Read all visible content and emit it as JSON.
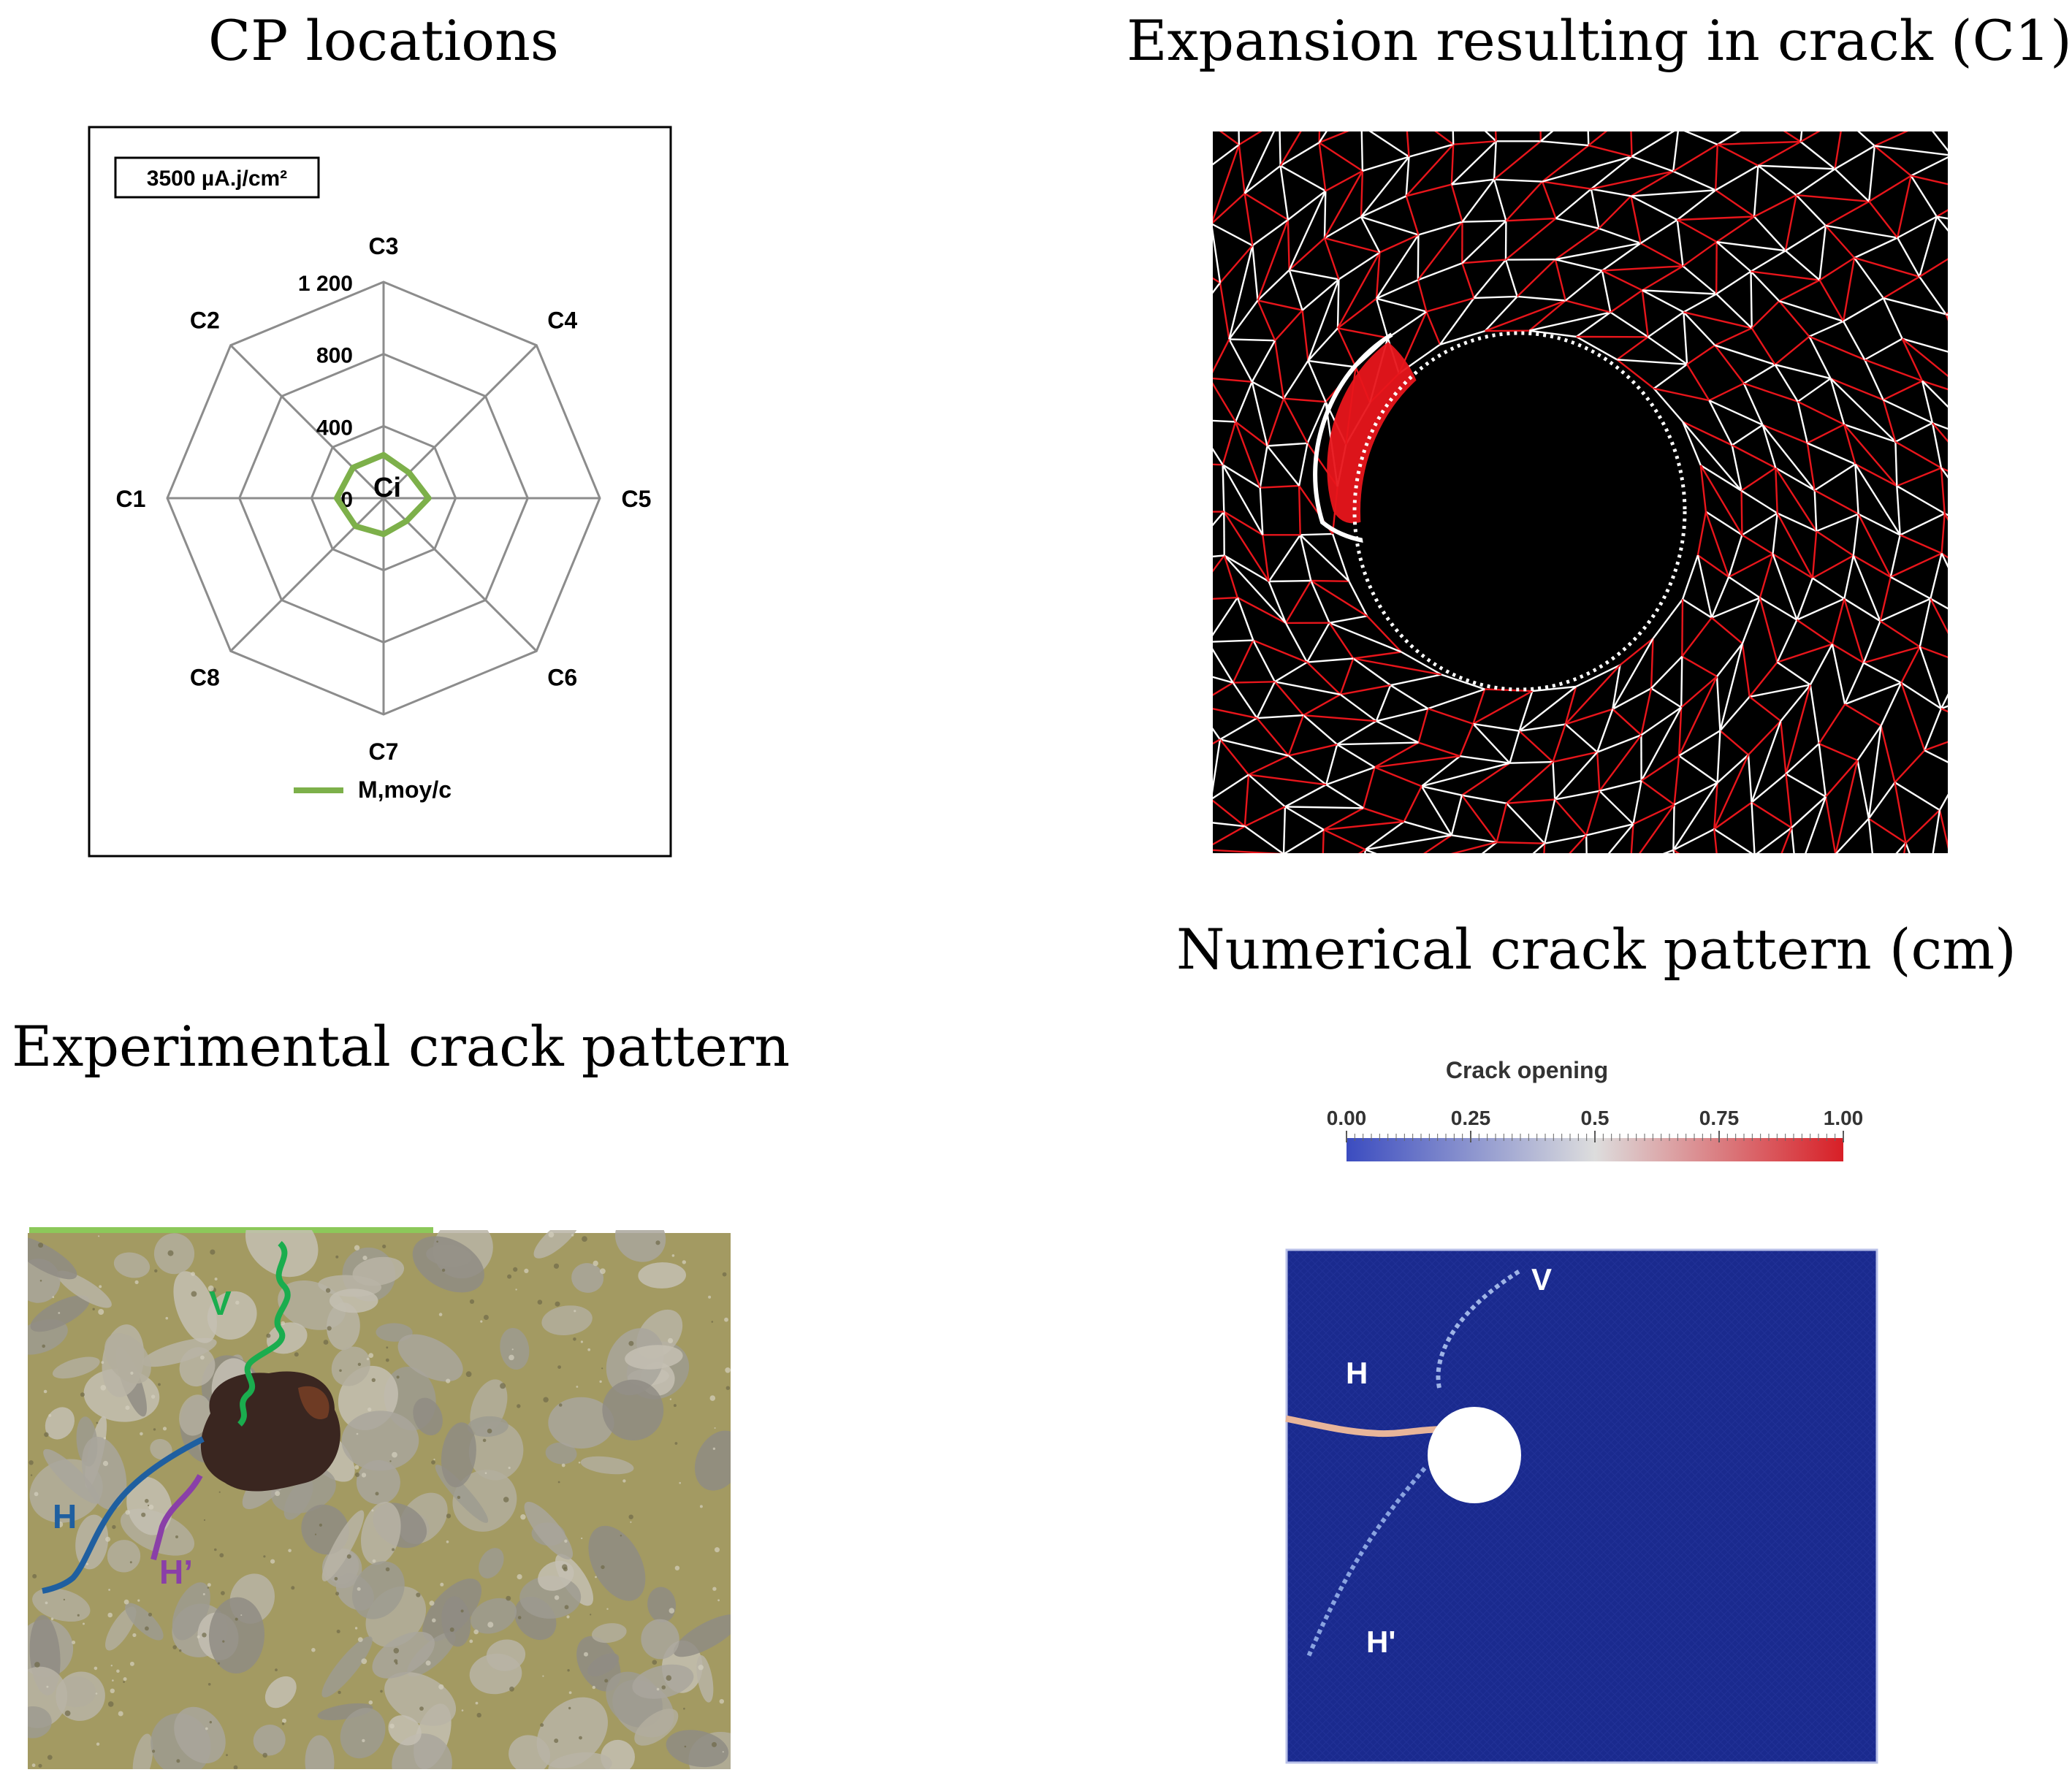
{
  "titles": {
    "cp_locations": "CP locations",
    "expansion": "Expansion resulting in crack (C1)",
    "numerical": "Numerical crack pattern (cm)",
    "experimental": "Experimental crack pattern"
  },
  "radar": {
    "box_label": "3500 µA.j/cm²",
    "center_label": "Ci",
    "axes": [
      "C1",
      "C2",
      "C3",
      "C4",
      "C5",
      "C6",
      "C7",
      "C8"
    ],
    "ticks": [
      "0",
      "400",
      "800",
      "1 200"
    ],
    "rmax": 1200,
    "series_name": "M,moy/c",
    "series_color": "#7db04a",
    "values": [
      260,
      240,
      240,
      200,
      250,
      180,
      200,
      220
    ]
  },
  "colorbar": {
    "title": "Crack opening",
    "ticks": [
      "0.00",
      "0.25",
      "0.5",
      "0.75",
      "1.00"
    ],
    "low_color": "#3b4cc0",
    "mid_color": "#dddddd",
    "high_color": "#d81f26"
  },
  "numerical_labels": {
    "v": "V",
    "h": "H",
    "hp": "H'"
  },
  "experimental_labels": {
    "v": "V",
    "h": "H",
    "hp": "H’"
  },
  "colors": {
    "mesh_red": "#e8151b",
    "mesh_white": "#ffffff",
    "sim_blue": "#1a2a8e",
    "crack_v": "#1aad4e",
    "crack_h": "#1f5fa0",
    "crack_hp": "#8a3fa8",
    "surface_line": "#8cc85a"
  }
}
